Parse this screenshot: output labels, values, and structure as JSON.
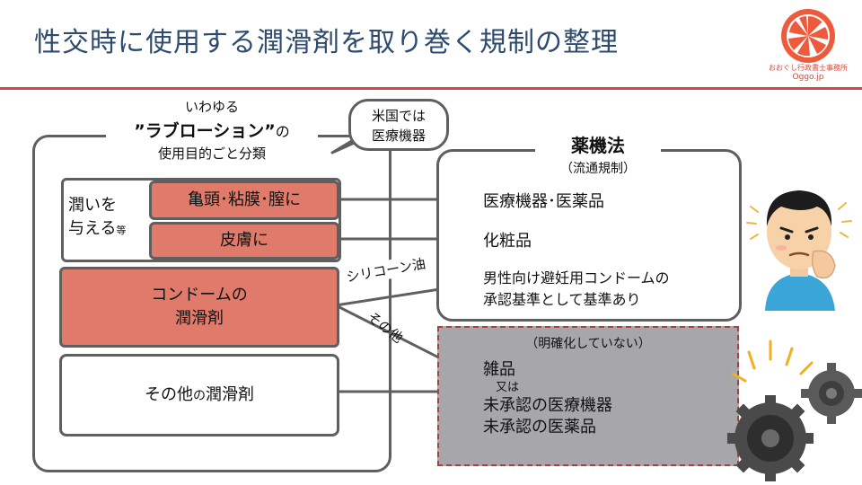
{
  "title": "性交時に使用する潤滑剤を取り巻く規制の整理",
  "logo": {
    "line1": "おおぐし行政書士事務所",
    "line2": "Oggo.jp",
    "icon": "orange-slice-icon"
  },
  "left_heading": {
    "line1": "いわゆる",
    "line2": "”ラブローション”",
    "line2_suffix": "の",
    "line3": "使用目的ごと分類"
  },
  "moisturize_group": {
    "label_line1": "潤いを",
    "label_line2": "与える",
    "label_suffix": "等"
  },
  "categories": {
    "mucosa": "亀頭･粘膜･膣に",
    "skin": "皮膚に",
    "condom_line1": "コンドームの",
    "condom_line2": "潤滑剤",
    "other_prefix": "その他",
    "other_mid": "の",
    "other_suffix": "潤滑剤"
  },
  "bubble": {
    "line1": "米国では",
    "line2": "医療機器"
  },
  "pharma_law": {
    "title": "薬機法",
    "subtitle": "（流通規制）"
  },
  "destinations": {
    "device_drug": "医療機器･医薬品",
    "cosmetic": "化粧品",
    "condom_line1": "男性向け避妊用コンドームの",
    "condom_line2": "承認基準として基準あり"
  },
  "unclear": {
    "note": "（明確化していない）",
    "line1": "雑品",
    "or": "又は",
    "line2": "未承認の医療機器",
    "line3": "未承認の医薬品"
  },
  "arrow_labels": {
    "silicone": "シリコーン油",
    "other": "その他"
  },
  "illustrations": {
    "person": "worried-man-icon",
    "gears": "gears-icon"
  },
  "colors": {
    "accent_red": "#d04a3a",
    "category_fill": "#e07a6a",
    "title_blue": "#2d4b6e",
    "unclear_fill": "#a7a7ab",
    "border": "#5f5f5f"
  }
}
